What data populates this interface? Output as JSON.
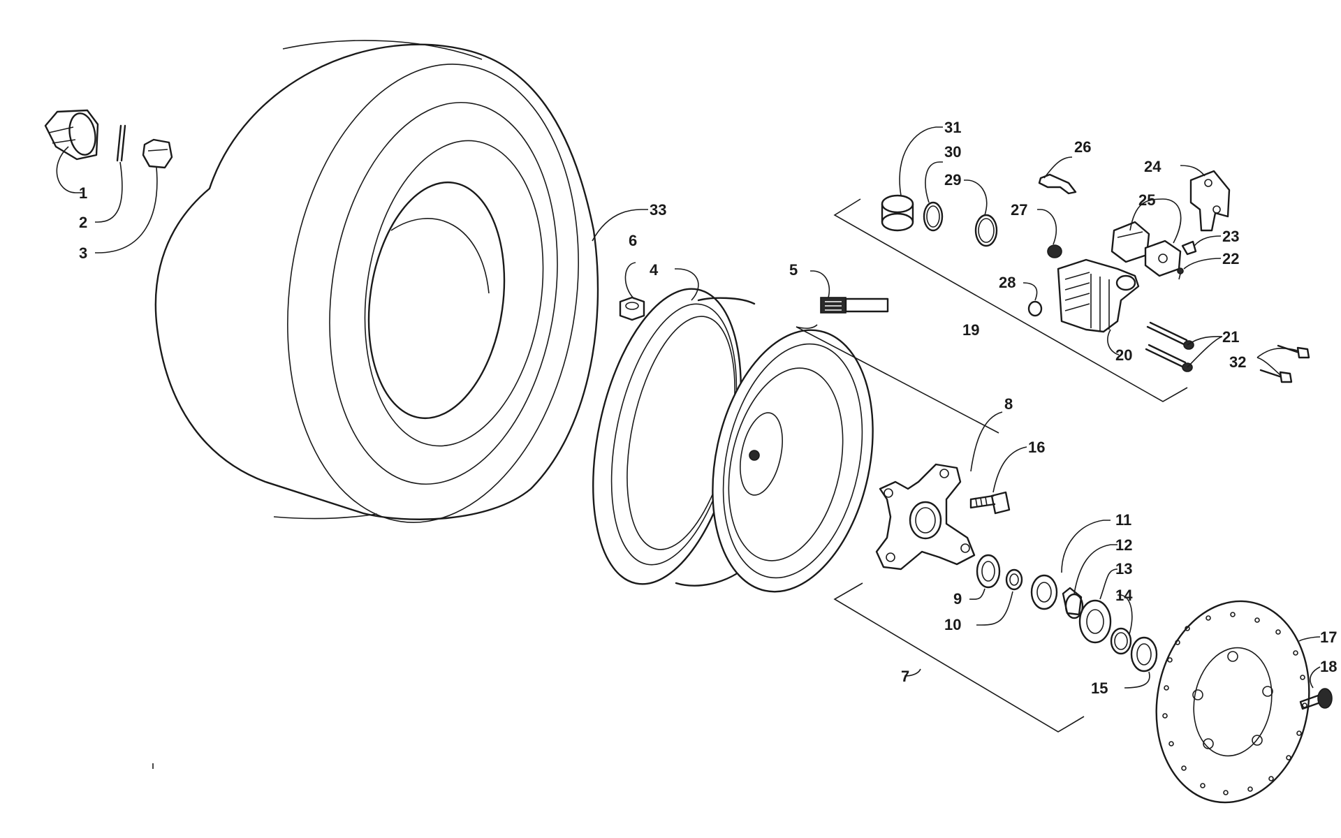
{
  "colors": {
    "line": "#1a1a1a",
    "background": "#ffffff"
  },
  "callouts": [
    {
      "id": "1",
      "text": "1"
    },
    {
      "id": "2",
      "text": "2"
    },
    {
      "id": "3",
      "text": "3"
    },
    {
      "id": "4",
      "text": "4"
    },
    {
      "id": "5",
      "text": "5"
    },
    {
      "id": "6",
      "text": "6"
    },
    {
      "id": "7",
      "text": "7"
    },
    {
      "id": "8",
      "text": "8"
    },
    {
      "id": "9",
      "text": "9"
    },
    {
      "id": "10",
      "text": "10"
    },
    {
      "id": "11",
      "text": "11"
    },
    {
      "id": "12",
      "text": "12"
    },
    {
      "id": "13",
      "text": "13"
    },
    {
      "id": "14",
      "text": "14"
    },
    {
      "id": "15",
      "text": "15"
    },
    {
      "id": "16",
      "text": "16"
    },
    {
      "id": "17",
      "text": "17"
    },
    {
      "id": "18",
      "text": "18"
    },
    {
      "id": "19",
      "text": "19"
    },
    {
      "id": "20",
      "text": "20"
    },
    {
      "id": "21",
      "text": "21"
    },
    {
      "id": "22",
      "text": "22"
    },
    {
      "id": "23",
      "text": "23"
    },
    {
      "id": "24",
      "text": "24"
    },
    {
      "id": "25",
      "text": "25"
    },
    {
      "id": "26",
      "text": "26"
    },
    {
      "id": "27",
      "text": "27"
    },
    {
      "id": "28",
      "text": "28"
    },
    {
      "id": "29",
      "text": "29"
    },
    {
      "id": "30",
      "text": "30"
    },
    {
      "id": "31",
      "text": "31"
    },
    {
      "id": "32",
      "text": "32"
    },
    {
      "id": "33",
      "text": "33"
    }
  ]
}
